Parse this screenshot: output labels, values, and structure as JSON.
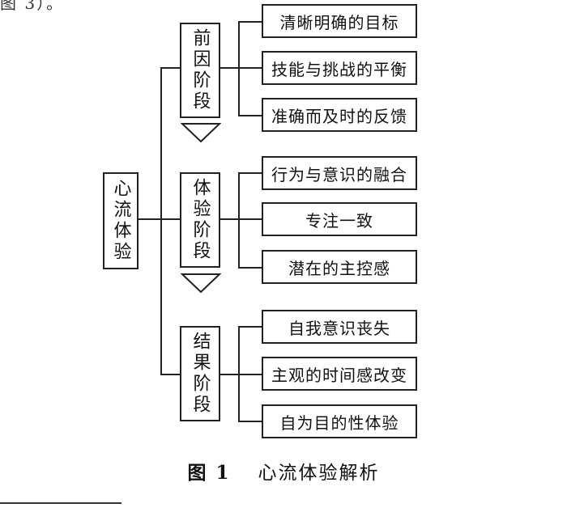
{
  "top_cut_text": "图 3）。",
  "root": {
    "label": "心流体验"
  },
  "stages": [
    {
      "label": "前因阶段",
      "children": [
        "清晰明确的目标",
        "技能与挑战的平衡",
        "准确而及时的反馈"
      ]
    },
    {
      "label": "体验阶段",
      "children": [
        "行为与意识的融合",
        "专注一致",
        "潜在的主控感"
      ]
    },
    {
      "label": "结果阶段",
      "children": [
        "自我意识丧失",
        "主观的时间感改变",
        "自为目的性体验"
      ]
    }
  ],
  "caption": {
    "figure_number": "图 1",
    "title": "心流体验解析"
  },
  "colors": {
    "line": "#222222",
    "background": "#ffffff"
  }
}
